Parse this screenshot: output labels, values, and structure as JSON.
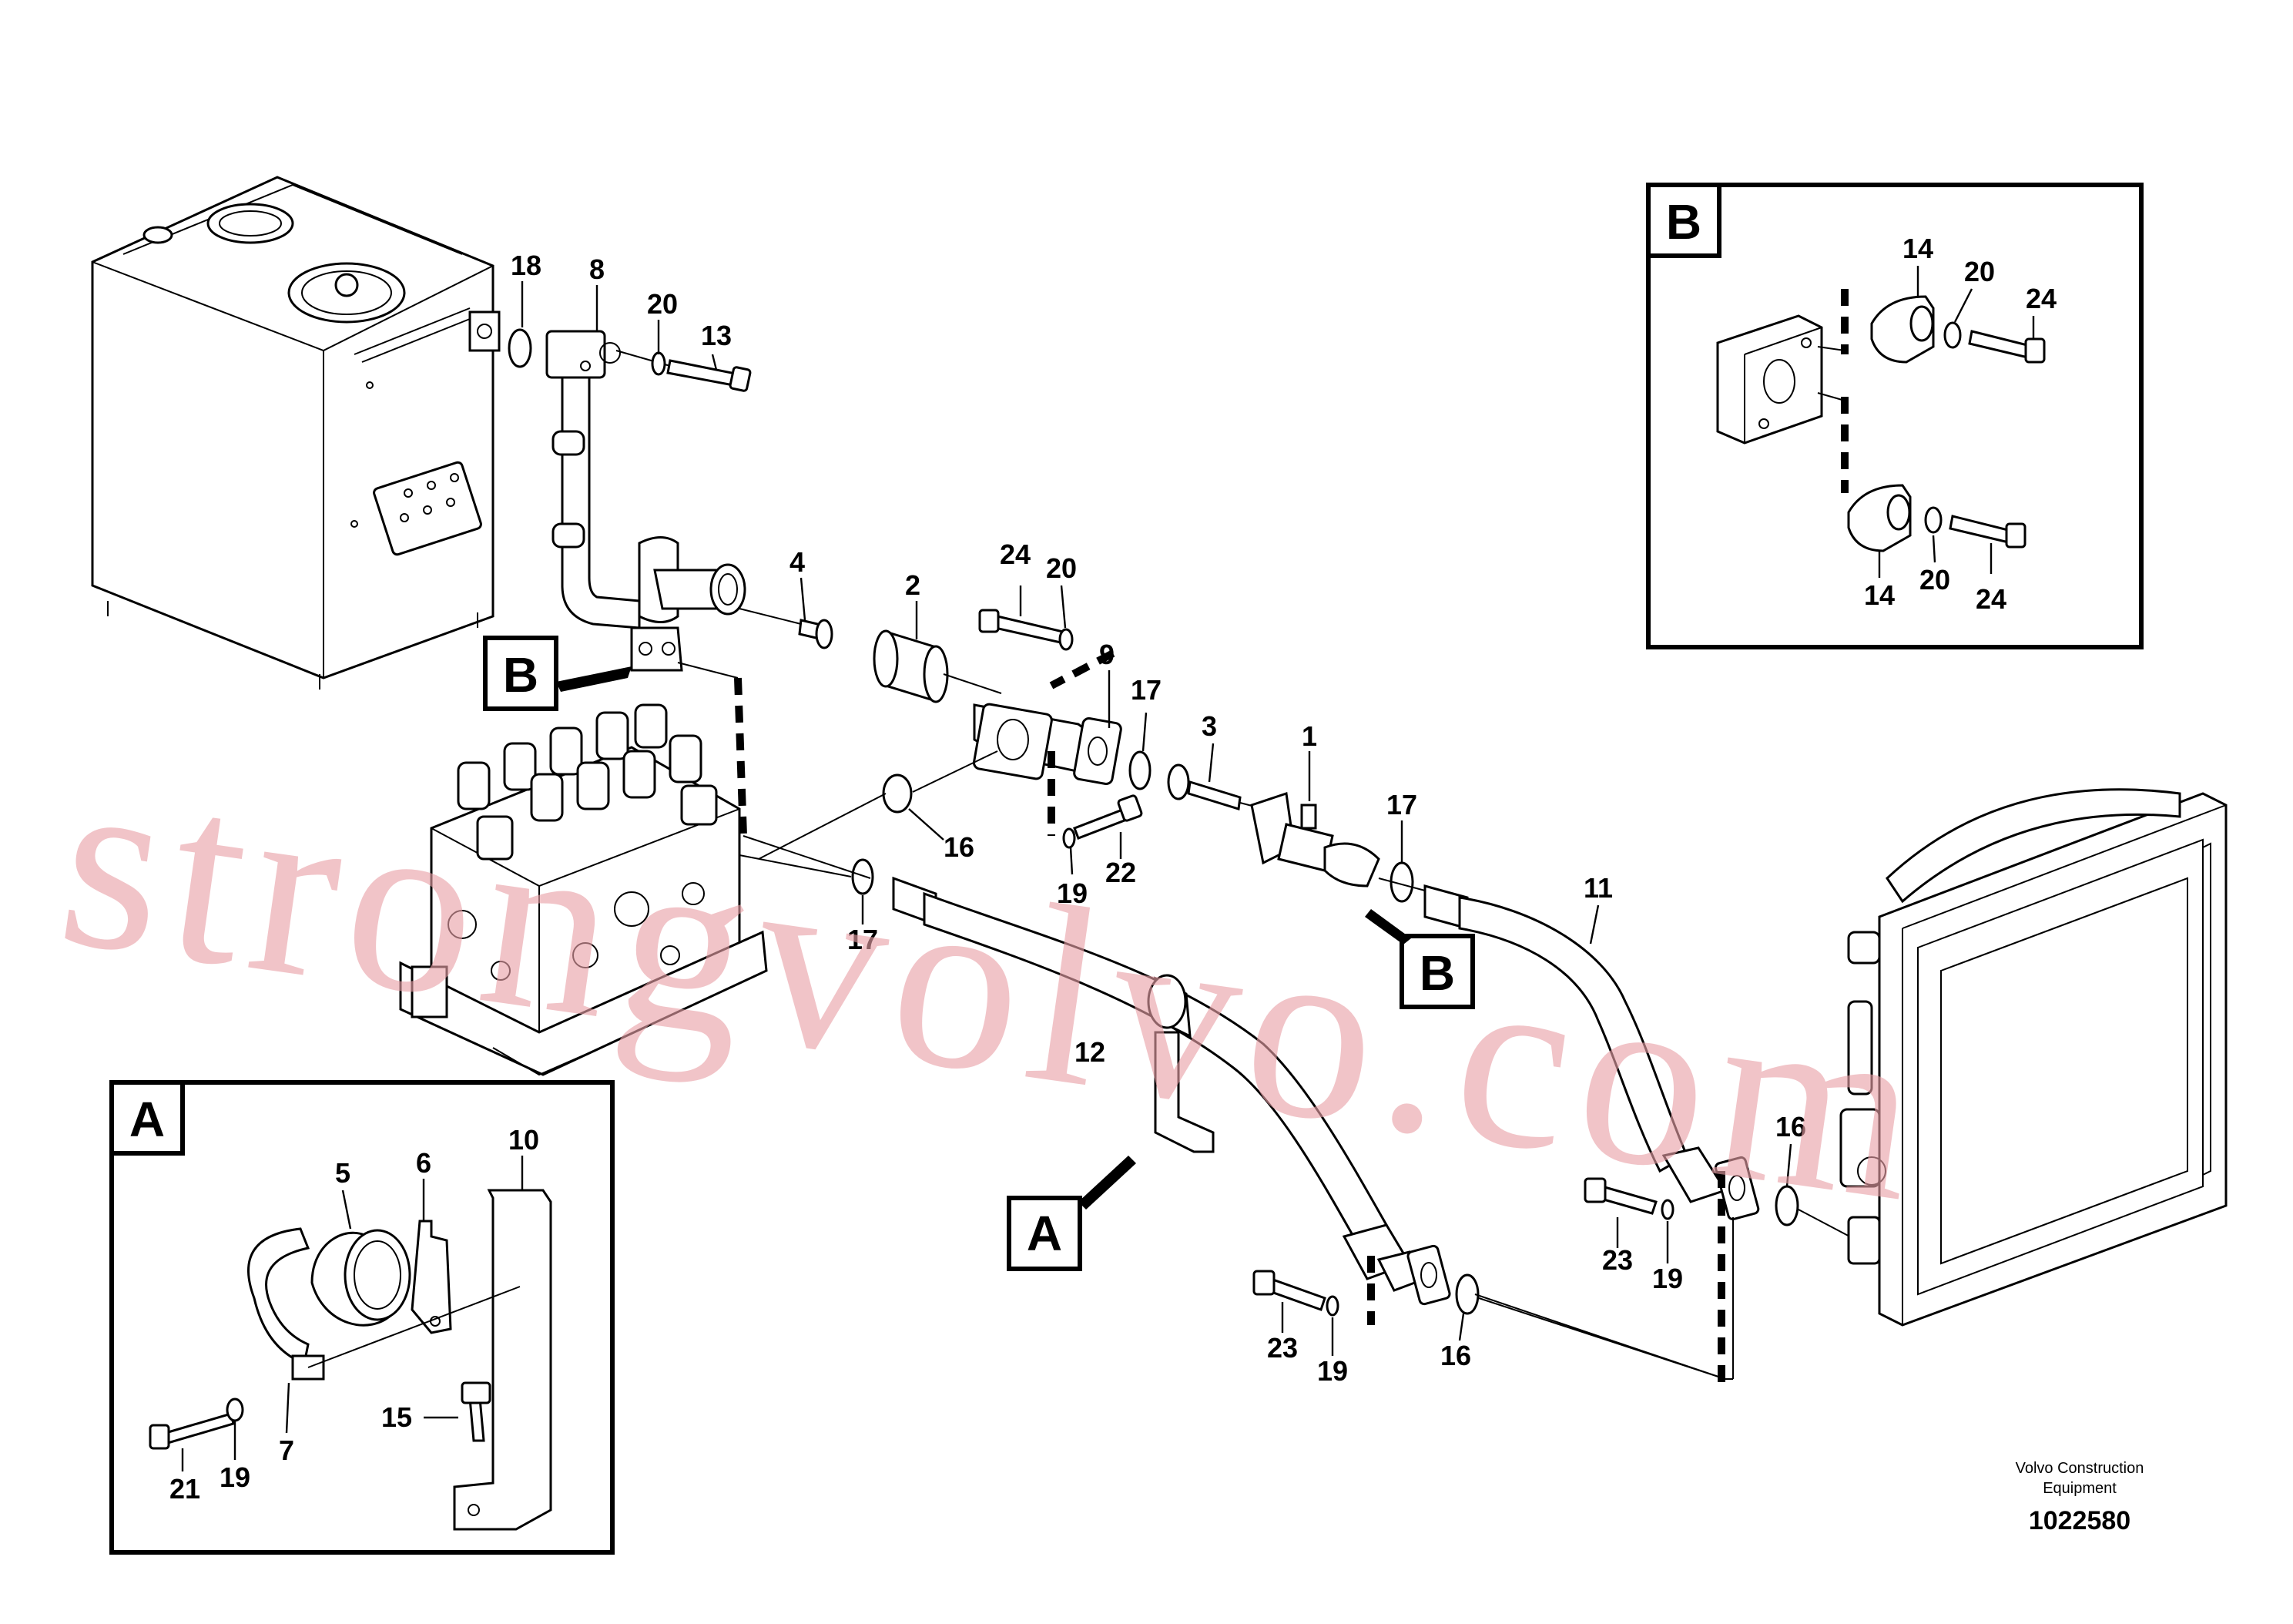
{
  "watermark": "strongvolvo.com",
  "footer": {
    "company_line1": "Volvo Construction",
    "company_line2": "Equipment",
    "drawing_number": "1022580"
  },
  "detail_views": {
    "A": {
      "letter": "A"
    },
    "B": {
      "letter": "B"
    }
  },
  "pointer_tags": {
    "b_left": "B",
    "b_mid": "B",
    "a_mid": "A"
  },
  "callouts": {
    "c18": "18",
    "c8": "8",
    "c20a": "20",
    "c13": "13",
    "c4": "4",
    "c2": "2",
    "c24a": "24",
    "c20b": "20",
    "c9": "9",
    "c17a": "17",
    "c3": "3",
    "c1": "1",
    "c17b": "17",
    "c16a": "16",
    "c19a": "19",
    "c22": "22",
    "c17c": "17",
    "c11": "11",
    "c12": "12",
    "c16b": "16",
    "c23a": "23",
    "c19b": "19",
    "c23b": "23",
    "c19c": "19",
    "c16c": "16",
    "bd14a": "14",
    "bd20a": "20",
    "bd24a": "24",
    "bd14b": "14",
    "bd20b": "20",
    "bd24b": "24",
    "ad10": "10",
    "ad5": "5",
    "ad6": "6",
    "ad15": "15",
    "ad21": "21",
    "ad19": "19",
    "ad7": "7"
  }
}
